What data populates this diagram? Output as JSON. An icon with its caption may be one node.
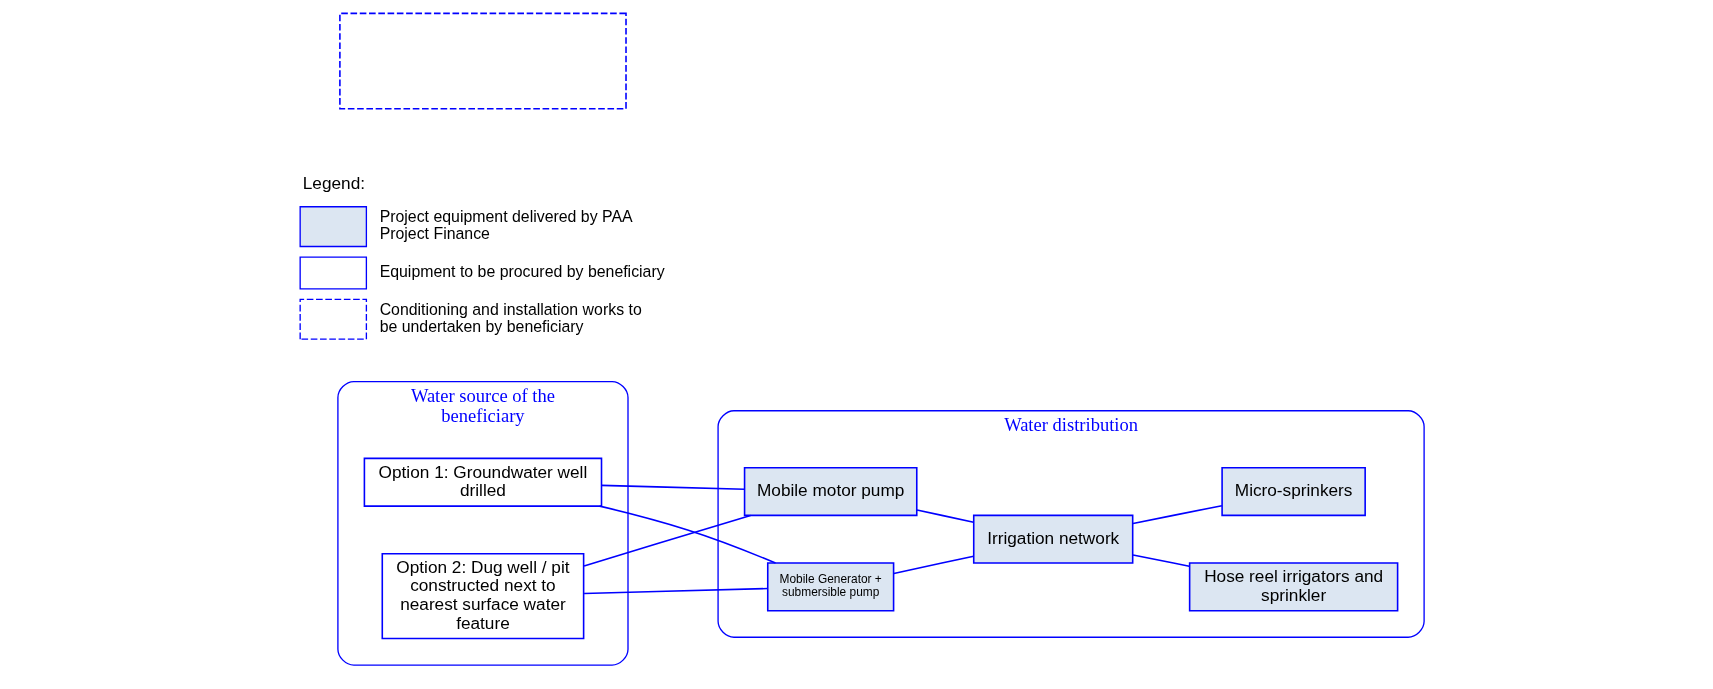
{
  "diagram": {
    "nodes": [
      {
        "text": [
          "Water source of the beneficiary"
        ]
      },
      {
        "text": [
          "Water distribution"
        ]
      },
      {
        "text": [],
        "shape": "box"
      },
      {
        "text": [
          "Option 1: Groundwater well drilled"
        ],
        "in": 0
      },
      {
        "text": [
          "Option 2: Dug well / pit constructed next to nearest surface water feature"
        ],
        "in": 0
      },
      {
        "text": [
          "Mobile motor pump"
        ],
        "in": 1
      },
      {
        "text": [
          "Mobile Generator + submersible pump"
        ],
        "in": 1
      },
      {
        "text": [
          "Irrigation network"
        ],
        "in": 1
      },
      {
        "text": [
          "Hose reel irrigators and sprinkler"
        ],
        "in": 1
      },
      {
        "text": [
          "Micro-sprinkers"
        ],
        "in": 1
      }
    ],
    "edges": [
      {
        "from": 3,
        "to": 5,
        "arrow": "none"
      },
      {
        "from": 3,
        "to": 6,
        "arrow": "none"
      },
      {
        "from": 4,
        "to": 5,
        "arrow": "none"
      },
      {
        "from": 4,
        "to": 6,
        "arrow": "none"
      },
      {
        "from": 5,
        "to": 7,
        "arrow": "none"
      },
      {
        "from": 6,
        "to": 7,
        "arrow": "none"
      },
      {
        "from": 7,
        "to": 8,
        "arrow": "none"
      },
      {
        "from": 7,
        "to": 9,
        "arrow": "none"
      }
    ],
    "labels": [
      "Legend:"
    ],
    "legend": [
      {
        "text": "Project equipment delivered by PAA Project Finance",
        "color": "#dce6f2"
      },
      {
        "text": "Equipment to be procured by beneficiary"
      },
      {
        "text": "Conditioning and installation works to be undertaken by beneficiary"
      }
    ]
  }
}
